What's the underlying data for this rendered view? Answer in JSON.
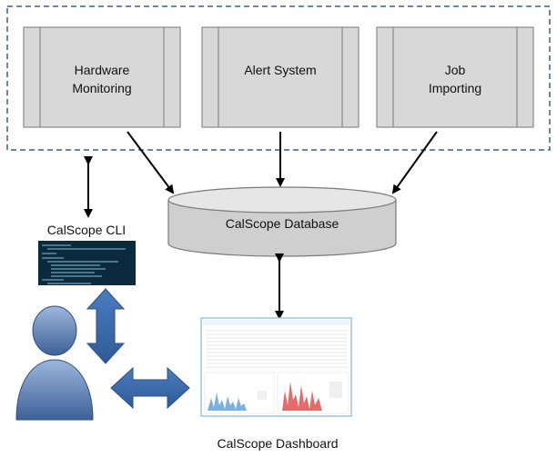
{
  "diagram": {
    "modules": [
      {
        "id": "hardware-monitoring",
        "label": "Hardware\nMonitoring"
      },
      {
        "id": "alert-system",
        "label": "Alert System"
      },
      {
        "id": "job-importing",
        "label": "Job\nImporting"
      }
    ],
    "database": {
      "label": "CalScope Database"
    },
    "cli": {
      "label": "CalScope CLI"
    },
    "dashboard": {
      "label": "CalScope Dashboard"
    },
    "colors": {
      "module_fill": "#d8d8d8",
      "module_stroke": "#8a8a8a",
      "dashed_border": "#3a5f8a",
      "db_fill": "#cfcfcf",
      "db_top": "#e6e6e6",
      "arrow_blue": "#3d6fae",
      "terminal_bg": "#0b2a3d",
      "terminal_text": "#9fd8ef",
      "user_blue": "#5b82b9"
    },
    "icons": [
      "user-icon",
      "terminal-screenshot",
      "dashboard-screenshot"
    ]
  }
}
